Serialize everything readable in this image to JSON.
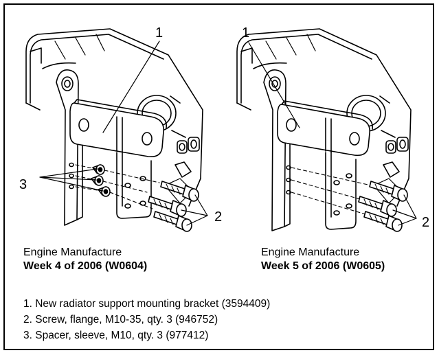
{
  "left_view": {
    "callout_1": "1",
    "callout_2": "2",
    "callout_3": "3",
    "caption_title": "Engine Manufacture",
    "caption_week": "Week 4 of 2006 (W0604)"
  },
  "right_view": {
    "callout_1": "1",
    "callout_2": "2",
    "caption_title": "Engine Manufacture",
    "caption_week": "Week 5 of 2006 (W0605)"
  },
  "legend": [
    "1. New radiator support mounting bracket (3594409)",
    "2. Screw, flange, M10-35, qty. 3 (946752)",
    "3. Spacer, sleeve, M10, qty. 3 (977412)"
  ]
}
